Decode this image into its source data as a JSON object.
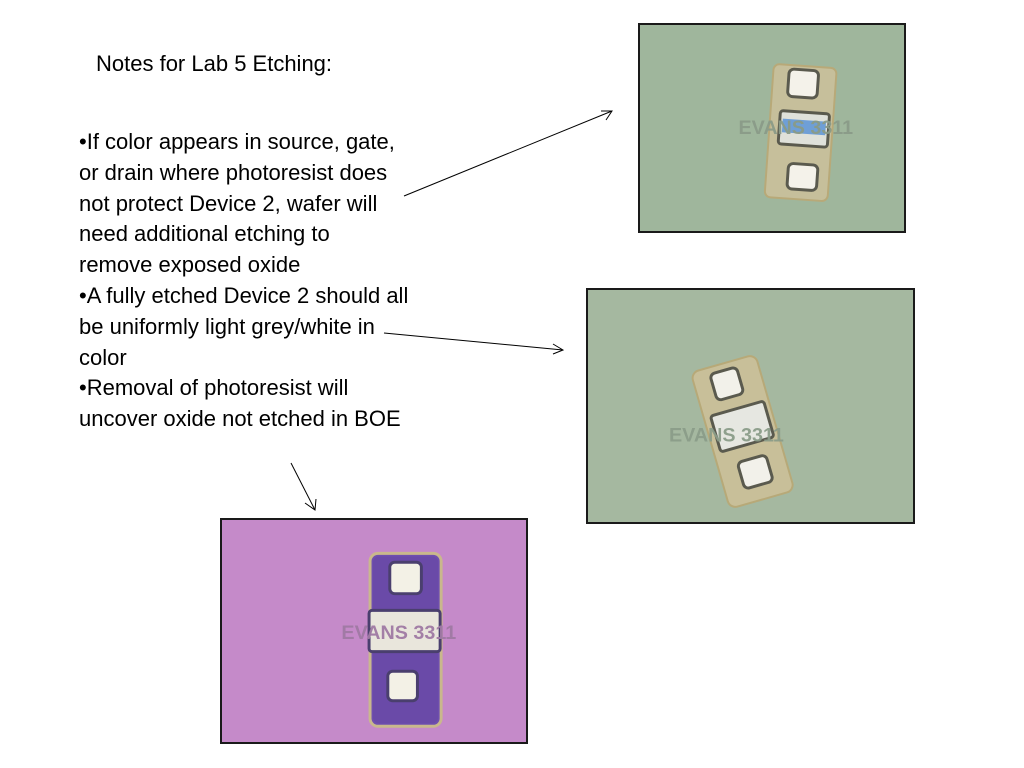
{
  "title": "Notes for Lab 5 Etching:",
  "notes": [
    "•If color appears in source, gate, or drain where photoresist does not protect Device 2, wafer will need additional etching to remove exposed oxide",
    "•A fully etched Device 2 should all be uniformly light grey/white in color",
    "•Removal of photoresist will uncover oxide not etched in BOE"
  ],
  "photos": [
    {
      "etched_label": "EVANS 3311",
      "background": "#9ab296"
    },
    {
      "etched_label": "EVANS 3311",
      "background": "#a1b59b"
    },
    {
      "etched_label": "EVANS 3311",
      "background": "#c386c7"
    }
  ]
}
